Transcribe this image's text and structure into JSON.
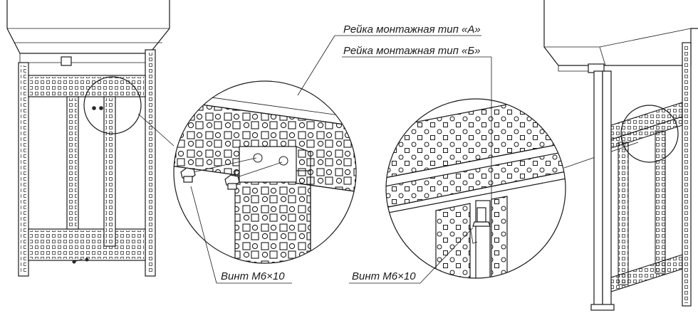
{
  "labels": {
    "rail_a": "Рейка монтажная тип «А»",
    "rail_b": "Рейка монтажная тип «Б»",
    "screw_left": "Винт М6×10",
    "screw_right": "Винт М6×10"
  }
}
